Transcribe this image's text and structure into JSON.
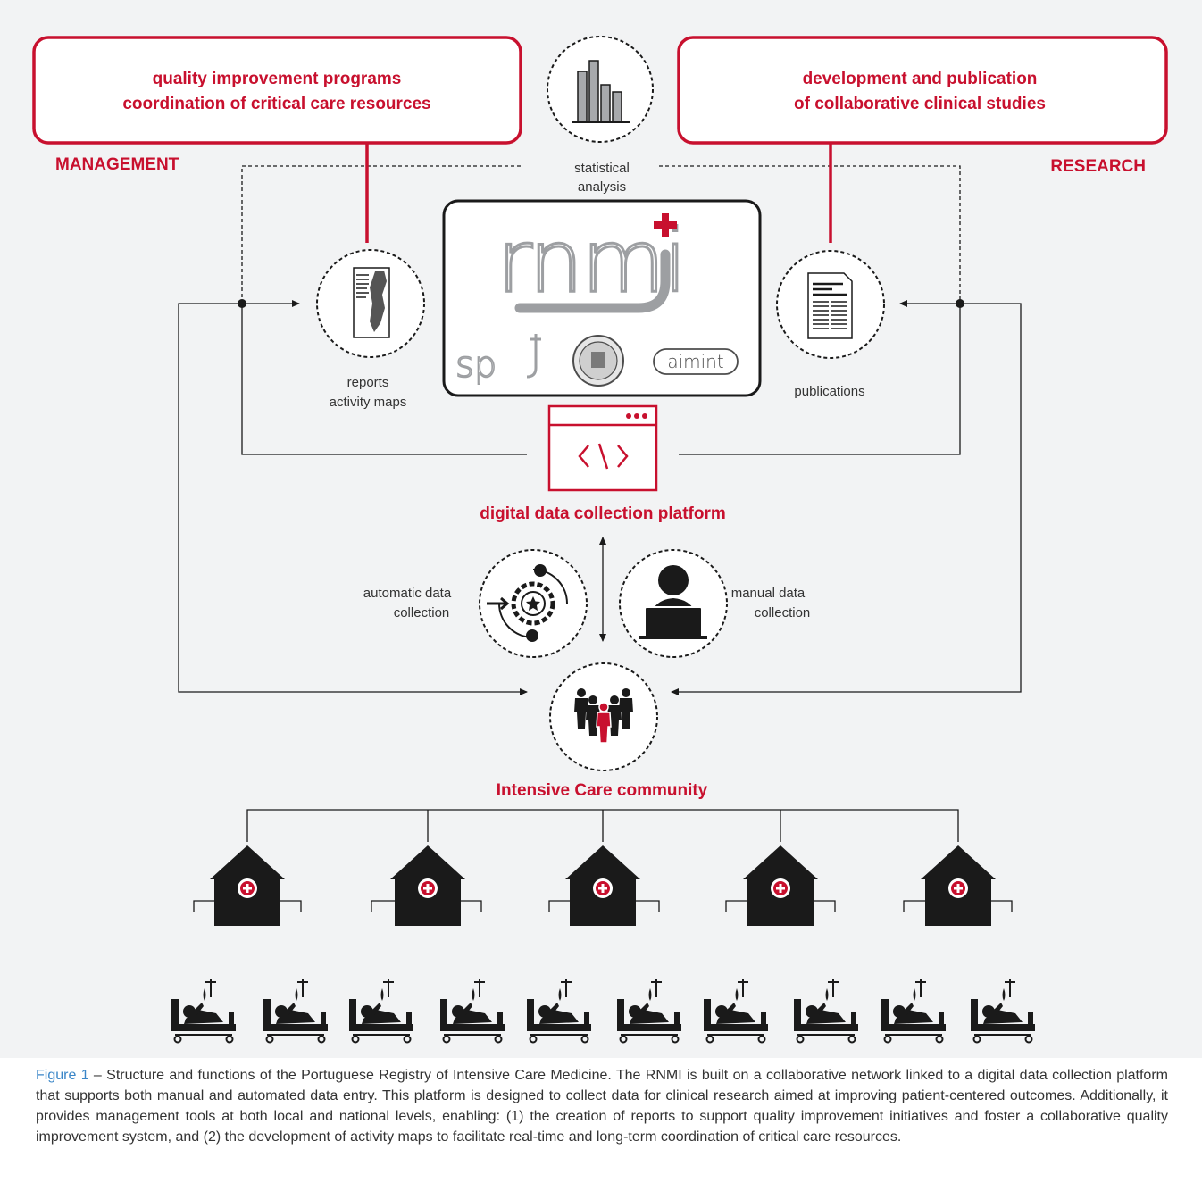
{
  "colors": {
    "red": "#c8102e",
    "panel": "#f2f3f4",
    "dark": "#1a1a1a",
    "link": "#3a86c8"
  },
  "management": {
    "box_line1": "quality improvement programs",
    "box_line2": "coordination of critical care resources",
    "label": "MANAGEMENT"
  },
  "research": {
    "box_line1": "development and publication",
    "box_line2": "of collaborative clinical studies",
    "label": "RESEARCH"
  },
  "stats": {
    "line1": "statistical",
    "line2": "analysis",
    "icon": "bar-chart-icon"
  },
  "reports": {
    "line1": "reports",
    "line2": "activity maps",
    "icon": "report-map-icon"
  },
  "publications": {
    "label": "publications",
    "icon": "document-icon"
  },
  "logo_box": {
    "main": "rnmi",
    "left": "sp",
    "right": "aimint",
    "seal": "seal-icon"
  },
  "platform": {
    "label": "digital data collection platform",
    "icon": "code-window-icon"
  },
  "automatic": {
    "line1": "automatic data",
    "line2": "collection",
    "icon": "gear-automation-icon"
  },
  "manual": {
    "line1": "manual data",
    "line2": "collection",
    "icon": "person-laptop-icon"
  },
  "community": {
    "label": "Intensive Care community",
    "icon": "people-group-icon"
  },
  "hospitals": [
    "hospital-icon",
    "hospital-icon",
    "hospital-icon",
    "hospital-icon",
    "hospital-icon"
  ],
  "caption": {
    "figure_label": "Figure 1",
    "text": " – Structure and functions of the Portuguese Registry of Intensive Care Medicine. The RNMI is built on a collaborative network linked to a digital data collection platform that supports both manual and automated data entry. This platform is designed to collect data for clinical research aimed at improving patient-centered outcomes. Additionally, it provides management tools at both local and national levels, enabling: (1) the creation of reports to support quality improvement initiatives and foster a collaborative quality improvement system, and (2) the development of activity maps to facilitate real-time and long-term coordination of critical care resources."
  }
}
